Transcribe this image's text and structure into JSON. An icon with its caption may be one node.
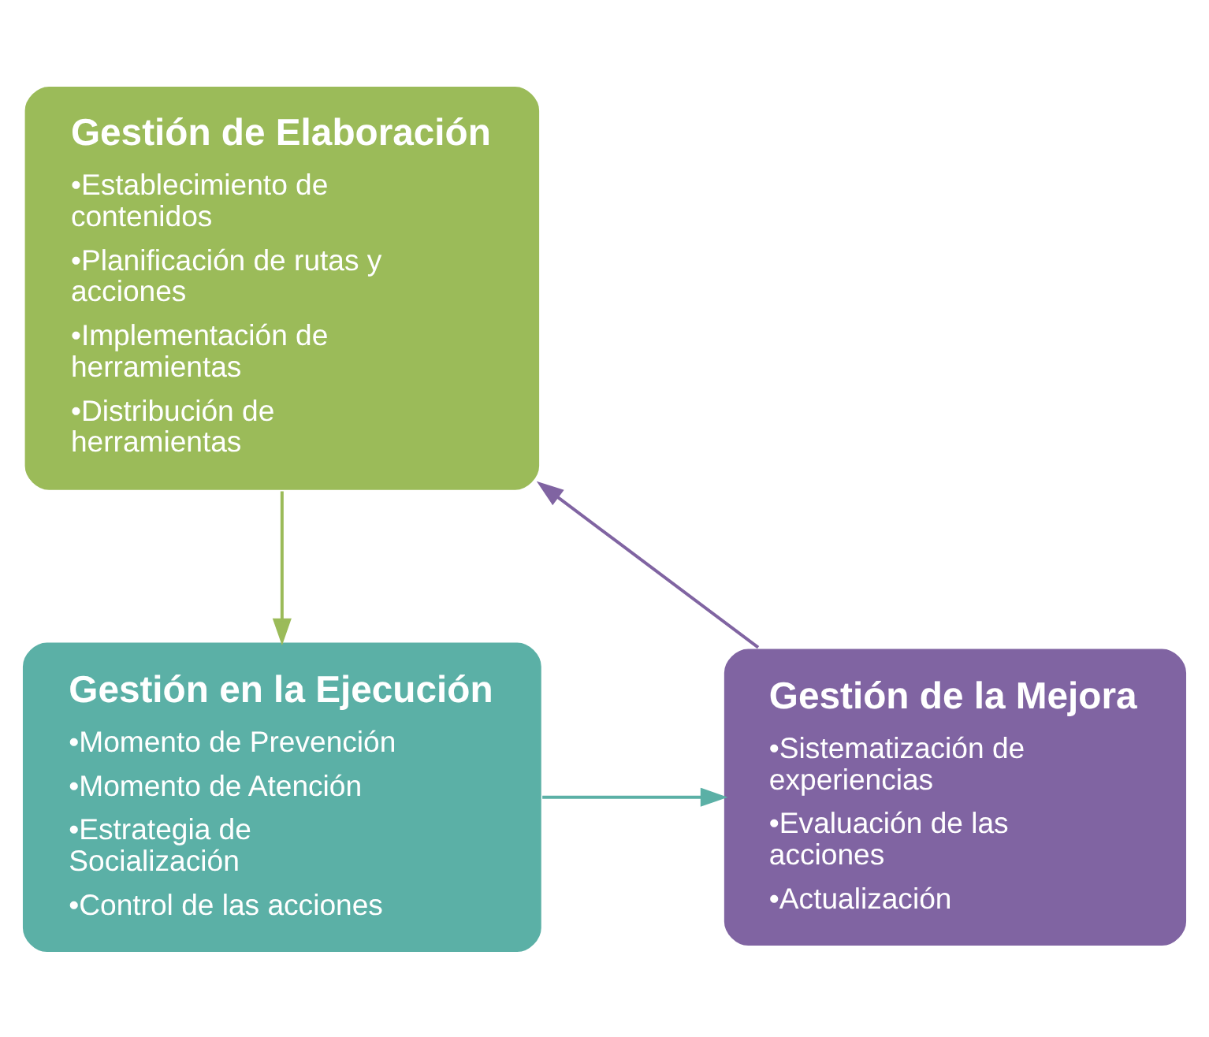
{
  "diagram": {
    "nodes": [
      {
        "text": [
          "Gestión de Elaboración",
          "•Establecimiento de contenidos",
          "•Planificación de rutas y acciones",
          "•Implementación de herramientas",
          "•Distribución de herramientas"
        ]
      },
      {
        "text": [
          "Gestión en la Ejecución",
          "•Momento de Prevención",
          "•Momento de Atención",
          "•Estrategia de Socialización",
          "•Control de las acciones"
        ]
      },
      {
        "text": [
          "Gestión de la Mejora",
          "•Sistematización de experiencias",
          "•Evaluación de las acciones",
          "•Actualización"
        ]
      }
    ],
    "edges": [
      {
        "from": 0,
        "to": 1,
        "arrow": "to",
        "color": "#9bbb59"
      },
      {
        "from": 1,
        "to": 2,
        "arrow": "to",
        "color": "#5bb0a6"
      },
      {
        "from": 2,
        "to": 0,
        "arrow": "to",
        "color": "#8064a2"
      }
    ]
  }
}
